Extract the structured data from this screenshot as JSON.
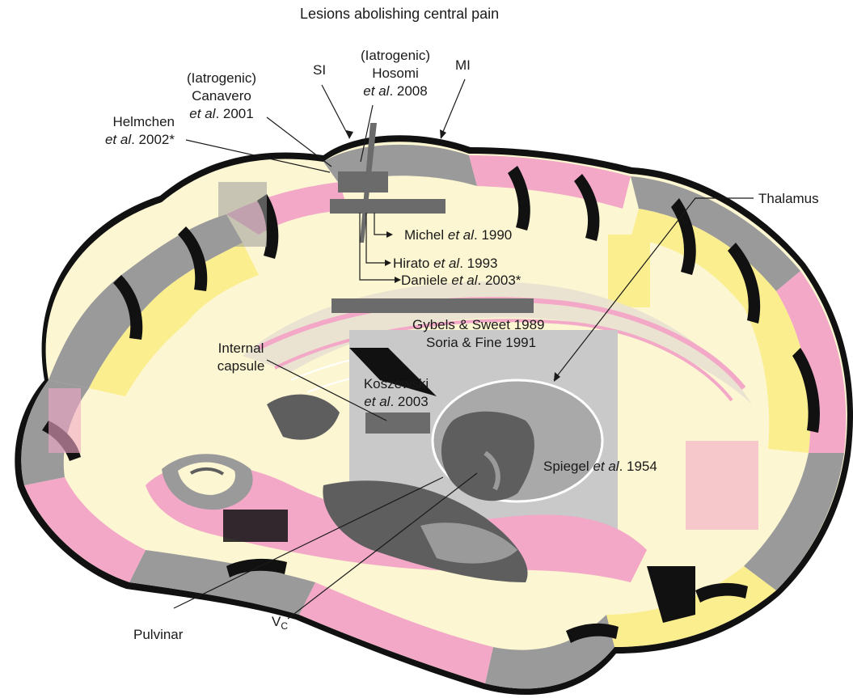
{
  "title": "Lesions abolishing central pain",
  "labels": {
    "helmchen": {
      "name": "Helmchen",
      "etal": "et al",
      "rest": ". 2002*"
    },
    "canavero": {
      "tag": "(Iatrogenic)",
      "name": "Canavero",
      "etal": "et al",
      "rest": ". 2001"
    },
    "si": "SI",
    "hosomi": {
      "tag": "(Iatrogenic)",
      "name": "Hosomi",
      "etal": "et al",
      "rest": ". 2008"
    },
    "mi": "MI",
    "thalamus": "Thalamus",
    "michel": {
      "name": "Michel ",
      "etal": "et al",
      "rest": ". 1990"
    },
    "hirato": {
      "name": "Hirato ",
      "etal": "et al",
      "rest": ". 1993"
    },
    "daniele": {
      "name": "Daniele ",
      "etal": "et al",
      "rest": ". 2003*"
    },
    "gybels": "Gybels & Sweet 1989",
    "soria": "Soria & Fine 1991",
    "internal_capsule": {
      "line1": "Internal",
      "line2": "capsule"
    },
    "koszewski": {
      "name": "Koszewski",
      "etal": "et al",
      "rest": ". 2003"
    },
    "spiegel": {
      "name": "Spiegel ",
      "etal": "et al",
      "rest": ". 1954"
    },
    "pulvinar": "Pulvinar",
    "vc": {
      "main": "V",
      "sub": "C"
    }
  },
  "colors": {
    "white_matter": "#fdf6d2",
    "yellow": "#fbee8e",
    "pink": "#f2a8c6",
    "hot_pink": "#e86aa8",
    "gray": "#9a9a9a",
    "dark_gray": "#5e5e5e",
    "lesion_bar": "#6b6b6b",
    "black": "#111111"
  }
}
